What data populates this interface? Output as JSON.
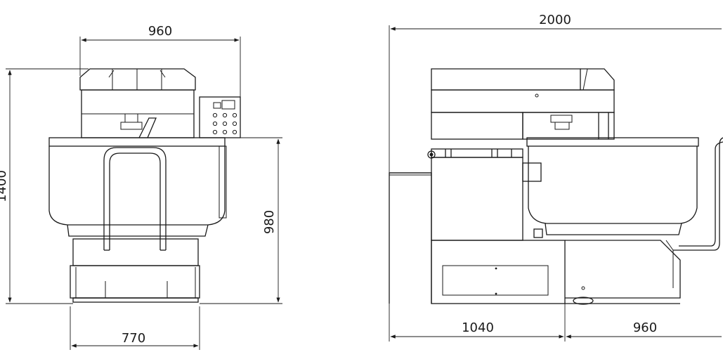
{
  "front_view": {
    "width_top": "960",
    "total_height": "1400",
    "bowl_height": "980",
    "base_width": "770"
  },
  "side_view": {
    "total_length": "2000",
    "body_length": "1040",
    "bowl_length": "960"
  }
}
